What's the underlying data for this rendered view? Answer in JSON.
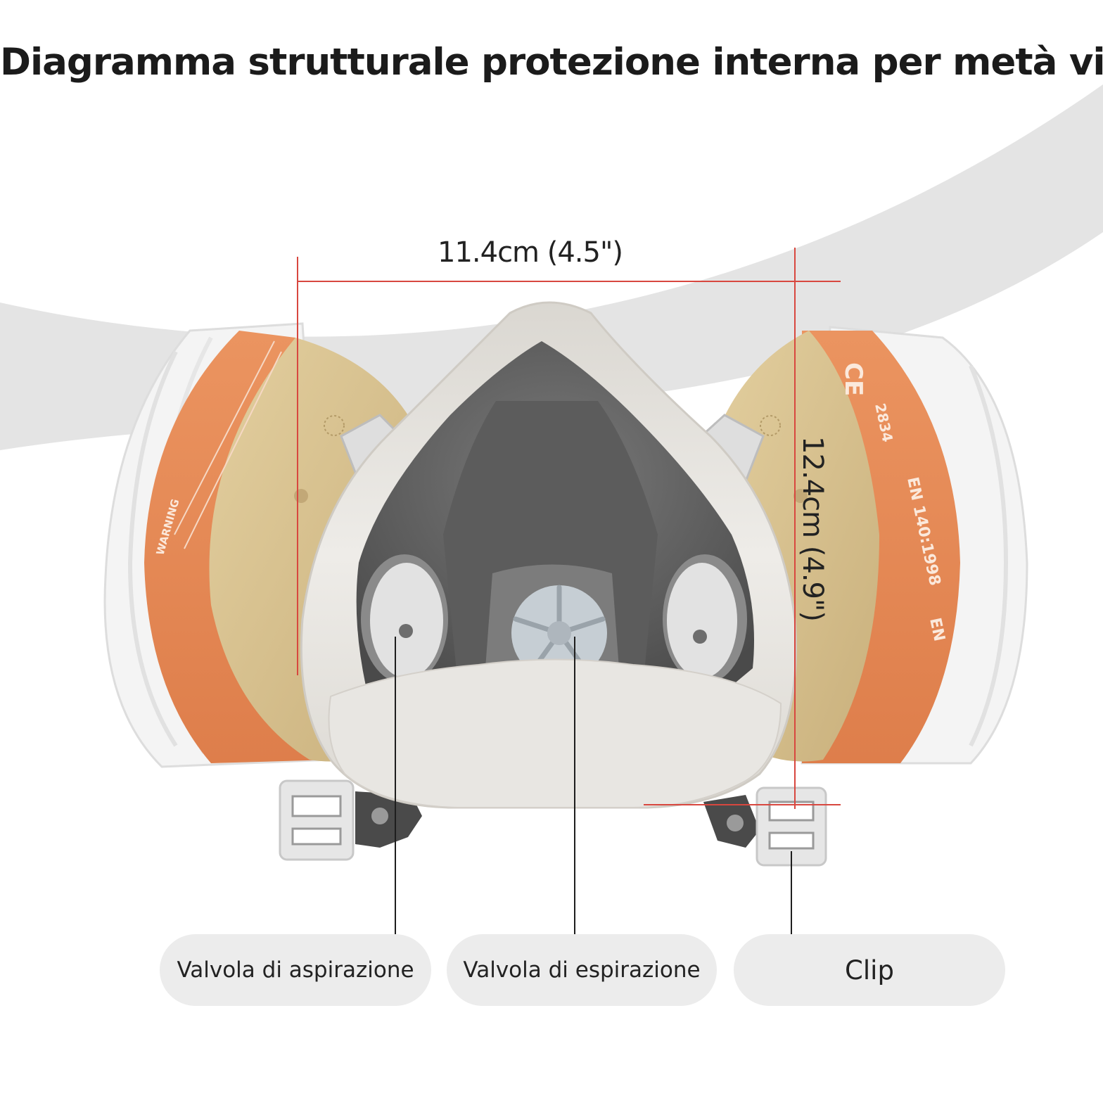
{
  "title": "Diagramma strutturale protezione interna per metà viso",
  "dimensions": {
    "width": "11.4cm (4.5\")",
    "height": "12.4cm (4.9\")"
  },
  "callouts": [
    {
      "label": "Valvola di aspirazione"
    },
    {
      "label": "Valvola di espirazione"
    },
    {
      "label": "Clip"
    }
  ],
  "cartridge_text": {
    "ce": "CE",
    "code": "2834",
    "standard_1": "EN 140:1998",
    "standard_2": "EN",
    "warning": "WARNING"
  },
  "colors": {
    "background": "#ffffff",
    "band": "#e4e4e4",
    "mask_body": "#e9e7e3",
    "cartridge_orange": "#e78a55",
    "cartridge_beige": "#d7c08e",
    "dimension_line": "#d8473f",
    "pill": "#ececec"
  }
}
